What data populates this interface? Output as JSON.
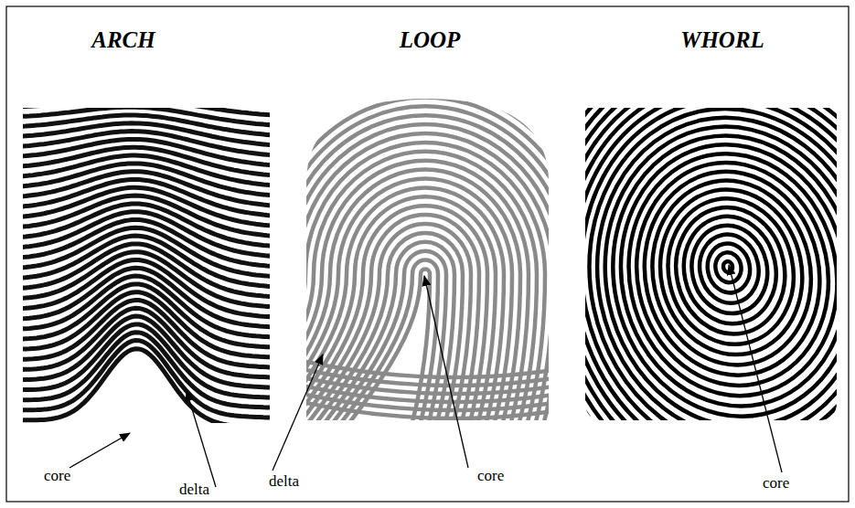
{
  "diagram": {
    "labels": [
      "ARCH",
      "LOOP",
      "WHORL",
      "core",
      "delta",
      "delta",
      "core",
      "core"
    ]
  }
}
